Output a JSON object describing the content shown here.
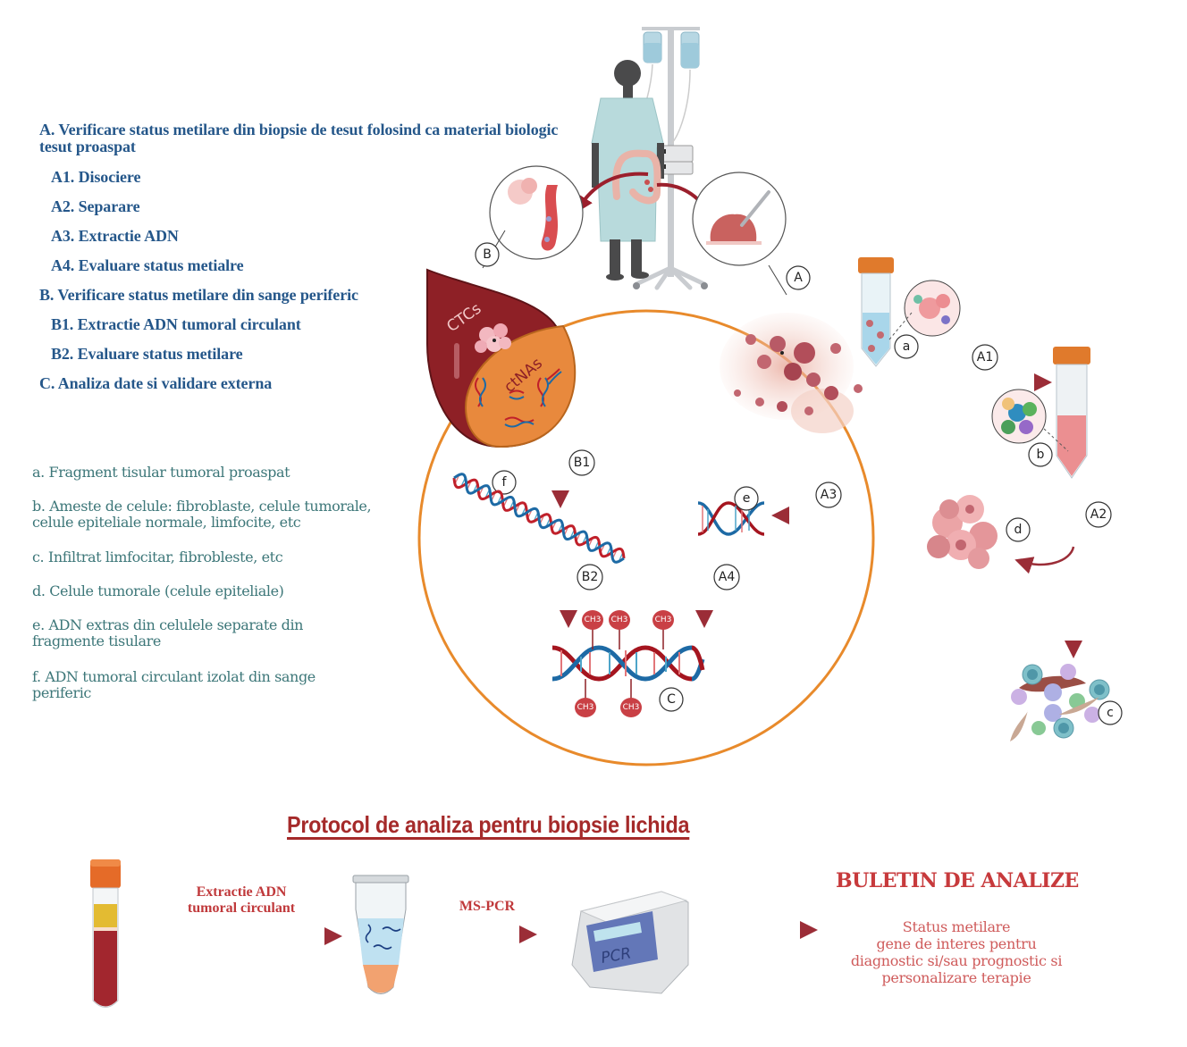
{
  "legend": {
    "steps": [
      {
        "id": "A",
        "text": "A. Verificare status metilare din biopsie de tesut folosind ca material biologic tesut proaspat",
        "level": 0
      },
      {
        "id": "A1",
        "text": "A1. Disociere",
        "level": 1
      },
      {
        "id": "A2",
        "text": "A2. Separare",
        "level": 1
      },
      {
        "id": "A3",
        "text": "A3. Extractie ADN",
        "level": 1
      },
      {
        "id": "A4",
        "text": "A4. Evaluare status metialre",
        "level": 1
      },
      {
        "id": "B",
        "text": "B. Verificare status metilare din sange periferic",
        "level": 0
      },
      {
        "id": "B1",
        "text": "B1. Extractie ADN tumoral circulant",
        "level": 1
      },
      {
        "id": "B2",
        "text": "B2. Evaluare status metilare",
        "level": 1
      },
      {
        "id": "C",
        "text": "C. Analiza date si validare externa",
        "level": 0
      }
    ],
    "key": [
      {
        "id": "a",
        "text": "a. Fragment tisular tumoral proaspat"
      },
      {
        "id": "b",
        "text": "b. Ameste de celule: fibroblaste, celule tumorale, celule epiteliale normale, limfocite, etc"
      },
      {
        "id": "c",
        "text": "c. Infiltrat limfocitar, fibrobleste, etc"
      },
      {
        "id": "d",
        "text": "d. Celule tumorale (celule epiteliale)"
      },
      {
        "id": "e",
        "text": "e. ADN extras din celulele separate din fragmente tisulare"
      },
      {
        "id": "f",
        "text": "f. ADN tumoral circulant izolat din sange periferic"
      }
    ]
  },
  "diagram": {
    "drop_labels": {
      "ctcs": "CTCs",
      "ctnas": "ctNAs"
    },
    "badges": {
      "A": "A",
      "B": "B",
      "C": "C",
      "A1": "A1",
      "A2": "A2",
      "A3": "A3",
      "A4": "A4",
      "B1": "B1",
      "B2": "B2",
      "a": "a",
      "b": "b",
      "c": "c",
      "d": "d",
      "e": "e",
      "f": "f"
    },
    "methyl_label": "CH3",
    "methyl_sub": "3",
    "pcr_label": "PCR"
  },
  "protocol": {
    "title": "Protocol de analiza pentru biopsie lichida",
    "step1_line1": "Extractie ADN",
    "step1_line2": "tumoral circulant",
    "step2": "MS-PCR",
    "bulletin_title": "BULETIN DE ANALIZE",
    "bulletin_lines": [
      "Status metilare",
      "gene de interes pentru",
      "diagnostic si/sau prognostic si",
      "personalizare terapie"
    ]
  },
  "colors": {
    "legend_blue": "#25578a",
    "key_teal": "#3d7779",
    "arrow_red": "#9b2d37",
    "circle_orange": "#e88a2b",
    "dna_red": "#c0202a",
    "dna_blue": "#1d6aa5",
    "title_red": "#a52a2a"
  }
}
